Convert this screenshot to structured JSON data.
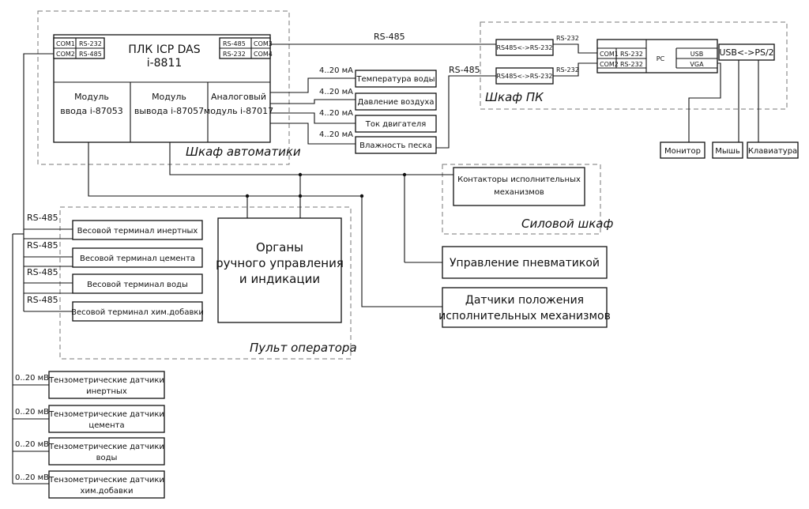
{
  "cabinets": {
    "automation": "Шкаф автоматики",
    "pc": "Шкаф ПК",
    "power": "Силовой шкаф",
    "operator": "Пульт оператора"
  },
  "plc": {
    "title_line1": "ПЛК ICP DAS",
    "title_line2": "i-8811",
    "ports_left": [
      "COM1",
      "COM2"
    ],
    "ports_left_types": [
      "RS-232",
      "RS-485"
    ],
    "ports_right_types": [
      "RS-485",
      "RS-232"
    ],
    "ports_right": [
      "COM3",
      "COM4"
    ],
    "input_module": [
      "Модуль",
      "ввода i-87053"
    ],
    "output_module": [
      "Модуль",
      "вывода i-87057"
    ],
    "analog_module": [
      "Аналоговый",
      "модуль i-87017"
    ]
  },
  "analog_sensors": {
    "signal": "4..20 мА",
    "items": [
      "Температура воды",
      "Давление воздуха",
      "Ток двигателя",
      "Влажность песка"
    ]
  },
  "links": {
    "rs485": "RS-485",
    "rs232": "RS-232"
  },
  "pc_cabinet": {
    "converter": "RS485<->RS-232",
    "pc_ports": [
      "COM1",
      "COM2"
    ],
    "pc_port_types": [
      "RS-232",
      "RS-232"
    ],
    "pc_label": "PC",
    "pc_outputs": [
      "USB",
      "VGA"
    ],
    "usb_ps2": "USB<->PS/2",
    "peripherals": [
      "Монитор",
      "Мышь",
      "Клавиатура"
    ]
  },
  "contactors": [
    "Контакторы исполнительных",
    "механизмов"
  ],
  "pneumatics": "Управление пневматикой",
  "position_sensors": [
    "Датчики положения",
    "исполнительных механизмов"
  ],
  "manual_controls": [
    "Органы",
    "ручного управления",
    "и индикации"
  ],
  "weighing_terminals": [
    "Весовой терминал инертных",
    "Весовой терминал цемента",
    "Весовой терминал воды",
    "Весовой терминал хим.добавки"
  ],
  "tenso": {
    "signal": "0..20 мВ",
    "items": [
      [
        "Тензометрические датчики",
        "инертных"
      ],
      [
        "Тензометрические датчики",
        "цемента"
      ],
      [
        "Тензометрические датчики",
        "воды"
      ],
      [
        "Тензометрические датчики",
        "хим.добавки"
      ]
    ]
  }
}
